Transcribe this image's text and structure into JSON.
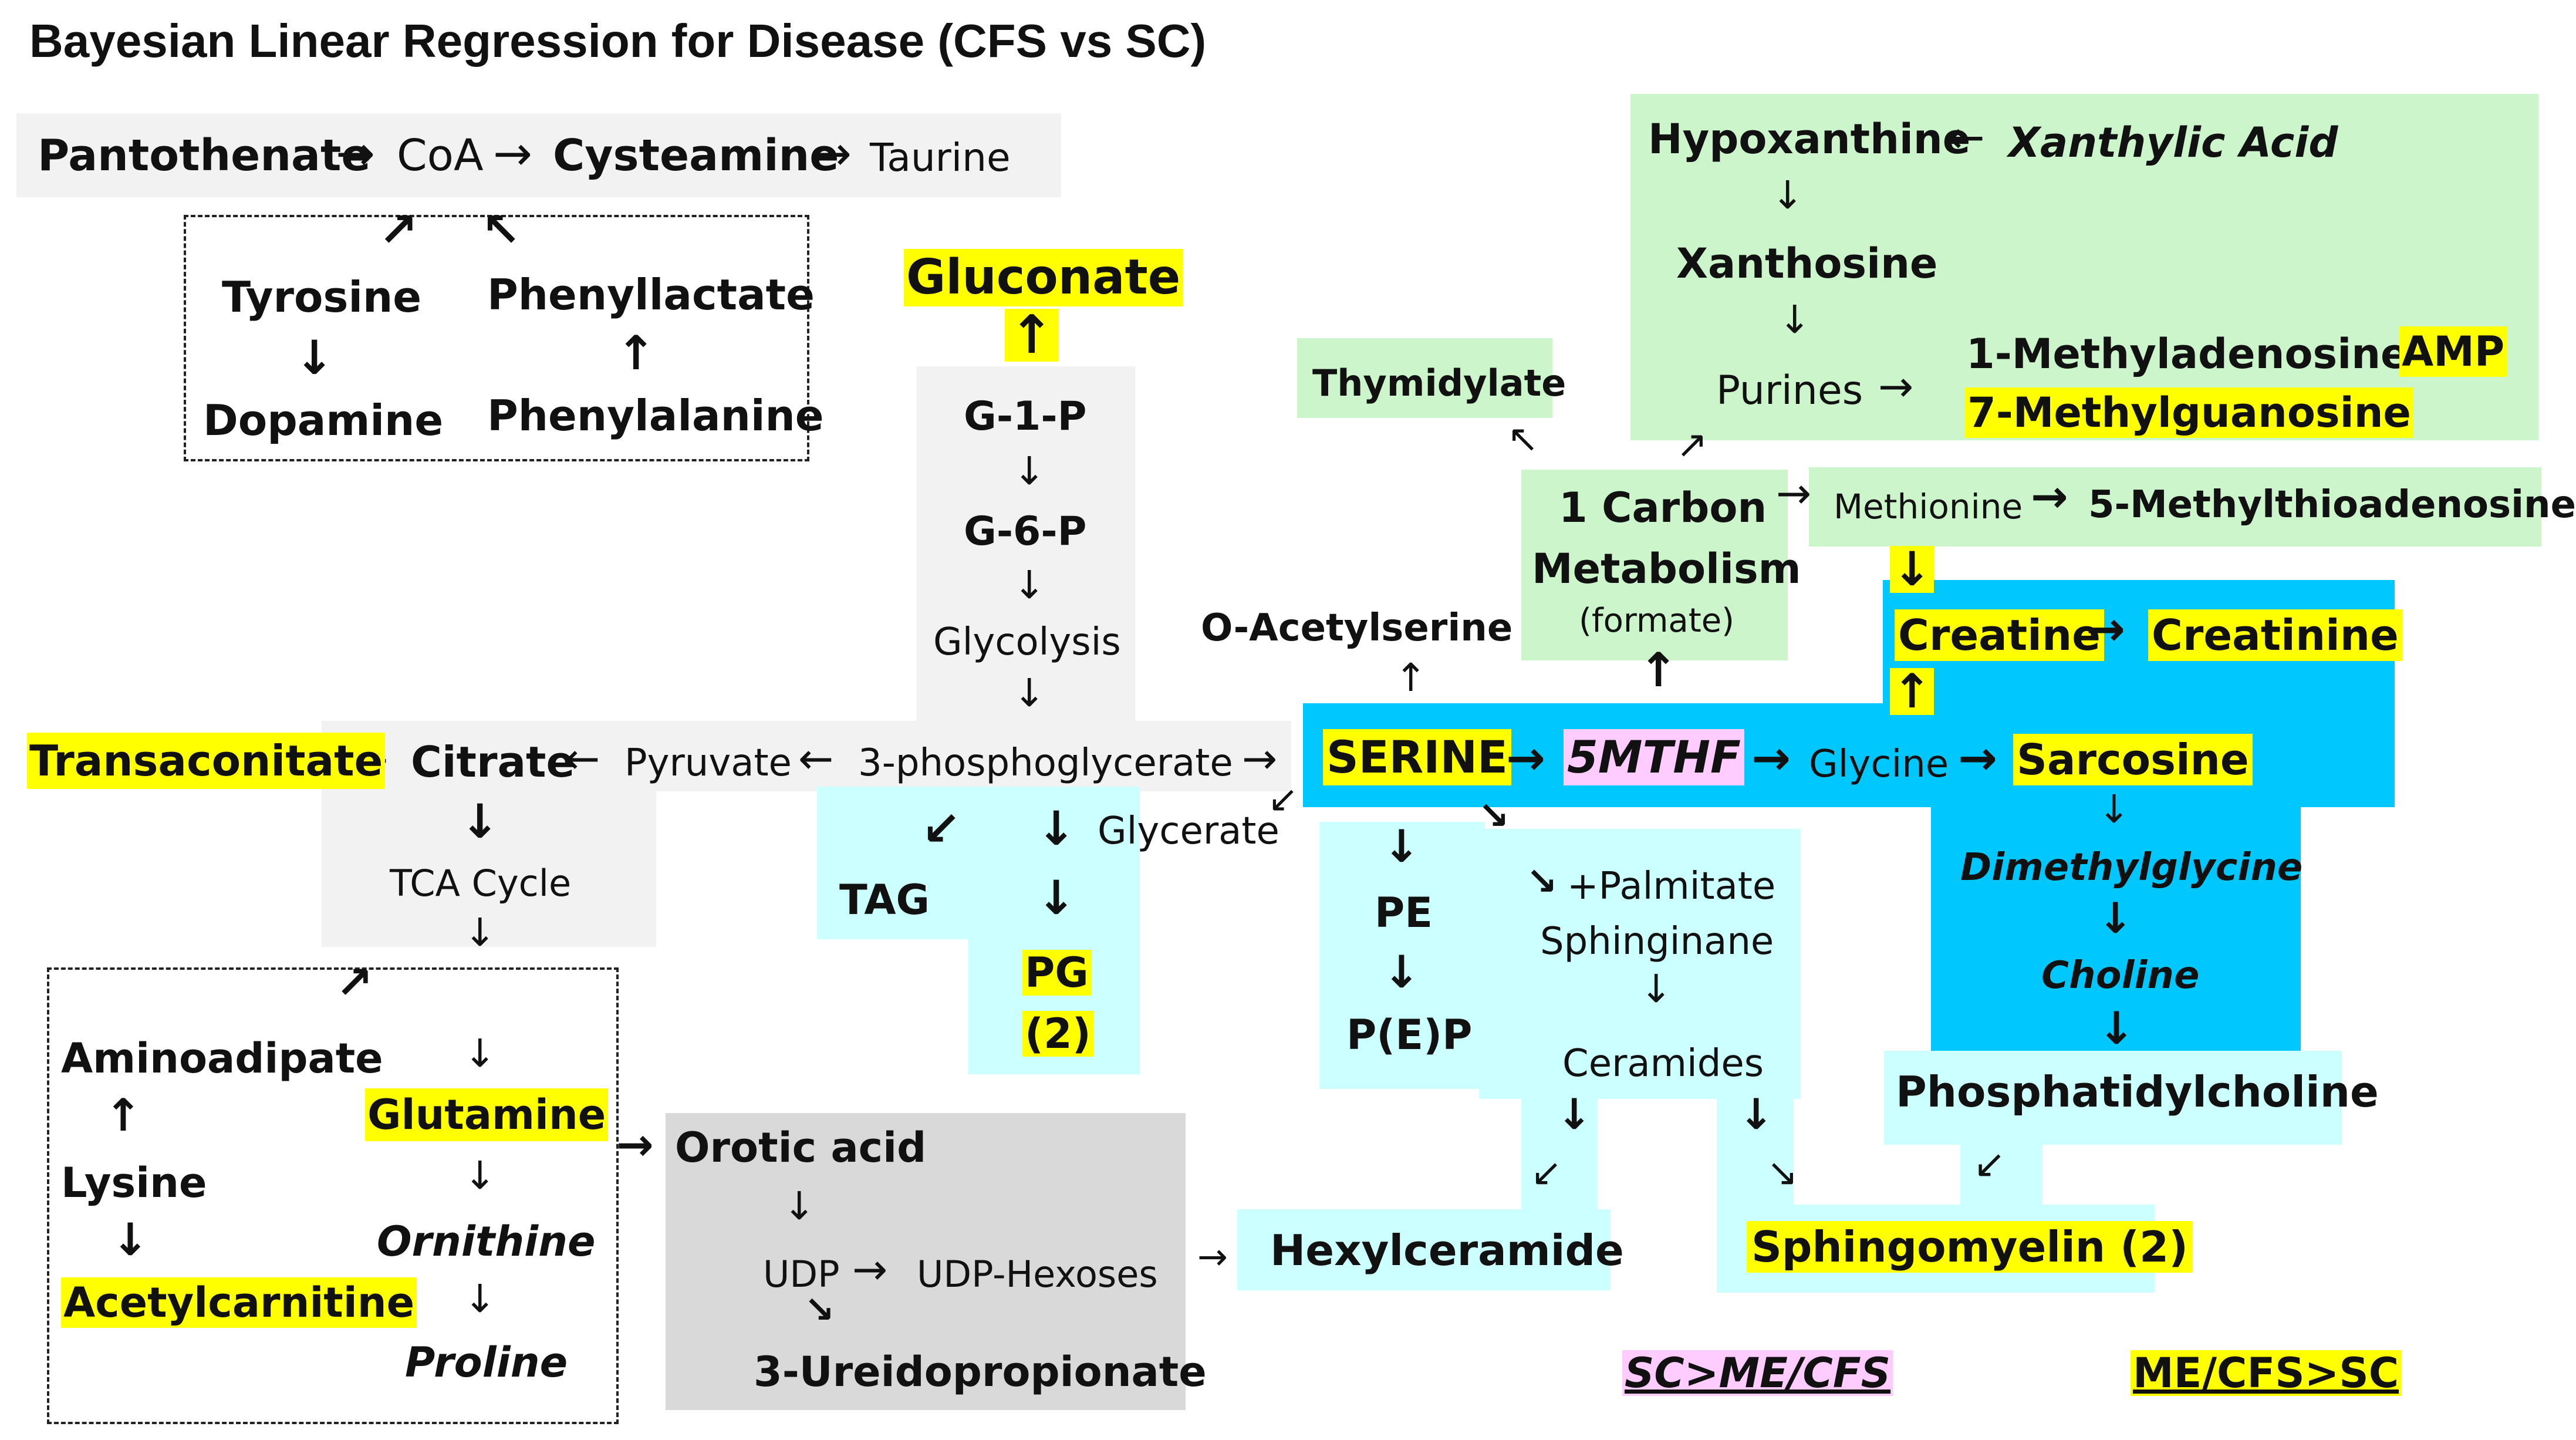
{
  "title": "Bayesian Linear Regression for Disease (CFS vs SC)",
  "colors": {
    "highlight": "#ffff00",
    "gray_box": "#f2f2f2",
    "dark_gray_box": "#d9d9d9",
    "green_box": "#ccf5cc",
    "light_cyan": "#ccffff",
    "bright_cyan": "#00c8ff",
    "pink": "#ffccff"
  },
  "nodes": {
    "pantothenate": "Pantothenate",
    "coa": "CoA",
    "cysteamine": "Cysteamine",
    "taurine": "Taurine",
    "tyrosine": "Tyrosine",
    "dopamine": "Dopamine",
    "phenyllactate": "Phenyllactate",
    "phenylalanine": "Phenylalanine",
    "gluconate": "Gluconate",
    "g1p": "G-1-P",
    "g6p": "G-6-P",
    "glycolysis": "Glycolysis",
    "phosphoglycerate": "3-phosphoglycerate",
    "pyruvate": "Pyruvate",
    "citrate": "Citrate",
    "transaconitate": "Transaconitate",
    "tca": "TCA Cycle",
    "glycerate": "Glycerate",
    "tag": "TAG",
    "pg": "PG",
    "pg_count": "(2)",
    "aminoadipate": "Aminoadipate",
    "lysine": "Lysine",
    "acetylcarnitine": "Acetylcarnitine",
    "glutamine": "Glutamine",
    "ornithine": "Ornithine",
    "proline": "Proline",
    "orotic": "Orotic acid",
    "udp": "UDP",
    "udp_hexoses": "UDP-Hexoses",
    "ureido": "3-Ureidopropionate",
    "hypoxanthine": "Hypoxanthine",
    "xanthylic": "Xanthylic Acid",
    "xanthosine": "Xanthosine",
    "purines": "Purines",
    "methyladenosine": "1-Methyladenosine,",
    "amp": "AMP",
    "methylguanosine": "7-Methylguanosine",
    "thymidylate": "Thymidylate",
    "onecarbon_1": "1 Carbon",
    "onecarbon_2": "Metabolism",
    "formate": "(formate)",
    "methionine": "Methionine",
    "mta": "5-Methylthioadenosine",
    "creatine": "Creatine",
    "creatinine": "Creatinine",
    "oacetylserine": "O-Acetylserine",
    "serine": "SERINE",
    "mthf": "5MTHF",
    "glycine": "Glycine",
    "sarcosine": "Sarcosine",
    "dimethylglycine": "Dimethylglycine",
    "choline": "Choline",
    "pc": "Phosphatidylcholine",
    "pe": "PE",
    "pep": "P(E)P",
    "palmitate": "+Palmitate",
    "sphinganine": "Sphinginane",
    "ceramides": "Ceramides",
    "hexylceramide": "Hexylceramide",
    "sphingomyelin": "Sphingomyelin (2)"
  },
  "legend": {
    "sc_gt": "SC>ME/CFS",
    "cfs_gt": "ME/CFS>SC"
  }
}
